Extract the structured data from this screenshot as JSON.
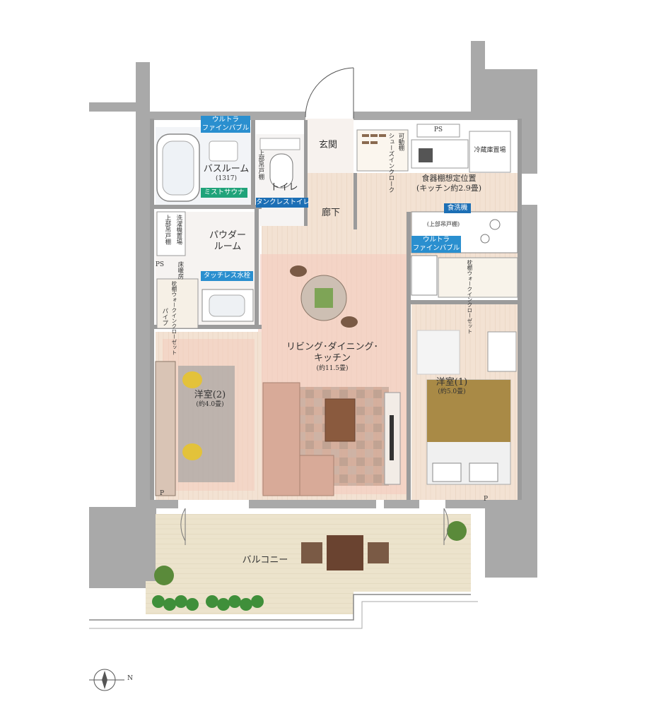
{
  "rooms": {
    "bathroom": {
      "name": "バスルーム",
      "size": "(1317)"
    },
    "toilet": {
      "name": "トイレ"
    },
    "entrance": {
      "name": "玄関"
    },
    "hallway": {
      "name": "廊下"
    },
    "powder_room": {
      "name_line1": "パウダー",
      "name_line2": "ルーム"
    },
    "ldk": {
      "name_line1": "リビング･ダイニング･",
      "name_line2": "キッチン",
      "size": "(約11.5畳)"
    },
    "kitchen_note": {
      "line1": "食器棚想定位置",
      "line2": "(キッチン約2.9畳)"
    },
    "western_room_1": {
      "name": "洋室(1)",
      "size": "(約5.0畳)"
    },
    "western_room_2": {
      "name": "洋室(2)",
      "size": "(約4.0畳)"
    },
    "balcony": {
      "name": "バルコニー"
    }
  },
  "labels": {
    "ps_top": "PS",
    "ps_left": "PS",
    "p_left": "P",
    "p_right": "P",
    "fridge": "冷蔵庫置場",
    "upper_cabinet_toilet": "上部吊戸棚",
    "upper_cabinet_kitchen": "(上部吊戸棚)",
    "washer": "洗濯機置場",
    "upper_cabinet_powder": "上部吊戸棚",
    "shoes_closet": "シューズインクローク",
    "movable_shelf": "可動棚",
    "closet_powder": "枕棚ウォークインクローゼット",
    "hanger": "パイプ",
    "floor_heating": "床暖房",
    "closet_room1": "枕棚ウォークインクローゼット",
    "dishwasher": "食洗機"
  },
  "tags": {
    "ultra_fine_bubble_bath": {
      "line1": "ウルトラ",
      "line2": "ファインバブル"
    },
    "mist_sauna": "ミストサウナ",
    "tankless_toilet": "タンクレストイレ",
    "touchless_faucet": "タッチレス水栓",
    "ultra_fine_bubble_kitchen": {
      "line1": "ウルトラ",
      "line2": "ファインバブル"
    }
  },
  "compass": {
    "label": "N"
  },
  "colors": {
    "wall": "#a9a9a9",
    "floor_wood": "#f1dccc",
    "floor_pink": "#f6d1c3",
    "balcony": "#e7dec2",
    "tag_blue": "#2a8fcf",
    "tag_green": "#1fa37a",
    "tag_navy": "#1c6fb5"
  }
}
